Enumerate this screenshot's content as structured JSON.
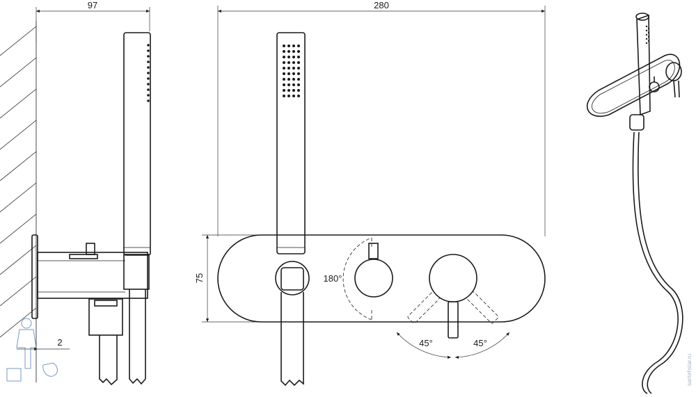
{
  "dimensions": {
    "depth": "97",
    "width": "280",
    "height": "75",
    "wall_gap": "2"
  },
  "angles": {
    "mixer_rotation": "180°",
    "lever_left": "45°",
    "lever_right": "45°"
  },
  "watermark": {
    "side_text": "santehstar.ru"
  },
  "colors": {
    "line": "#1a1a1a",
    "watermark_blue": "#3a6fb0"
  }
}
